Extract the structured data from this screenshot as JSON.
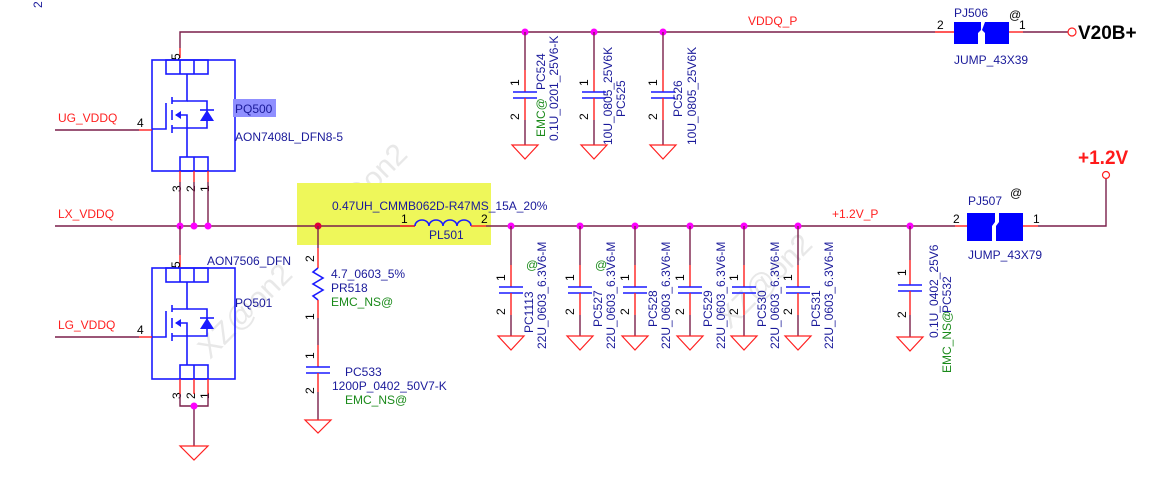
{
  "page": {
    "corner_label": "2"
  },
  "nets": {
    "vddq_p": "VDDQ_P",
    "ug_vddq": "UG_VDDQ",
    "lx_vddq": "LX_VDDQ",
    "lg_vddq": "LG_VDDQ",
    "v12_p": "+1.2V_P"
  },
  "power_ports": {
    "v20b": "V20B+",
    "v12": "+1.2V"
  },
  "colors": {
    "wire": "#7a1f4a",
    "pin": "#ff2020",
    "symbol": "#1a1aff",
    "ref": "#1a1a9a",
    "option": "#1a8a1a",
    "junction": "#ff00ff",
    "highlight": "#eef75a",
    "ref_highlight": "#8f8fff"
  },
  "mosfets": [
    {
      "ref": "PQ500",
      "part": "AON7408L_DFN8-5",
      "pins": {
        "drain": "5",
        "gate": "4",
        "s3": "3",
        "s2": "2",
        "s1": "1"
      },
      "highlighted": true
    },
    {
      "ref": "PQ501",
      "part": "AON7506_DFN",
      "pins": {
        "drain": "5",
        "gate": "4",
        "s3": "3",
        "s2": "2",
        "s1": "1"
      },
      "highlighted": false
    }
  ],
  "inductor": {
    "ref": "PL501",
    "part": "0.47UH_CMMB062D-R47MS_15A_20%",
    "pin1": "1",
    "pin2": "2"
  },
  "snubber": {
    "resistor": {
      "ref": "PR518",
      "value": "4.7_0603_5%",
      "option": "EMC_NS@",
      "pin_top": "2",
      "pin_bot": "1"
    },
    "capacitor": {
      "ref": "PC533",
      "value": "1200P_0402_50V7-K",
      "option": "EMC_NS@",
      "pin_top": "1",
      "pin_bot": "2"
    }
  },
  "input_caps": [
    {
      "ref": "PC524",
      "value": "0.1U_0201_25V6-K",
      "option": "EMC@",
      "pin_top": "1",
      "pin_bot": "2"
    },
    {
      "ref": "PC525",
      "value": "10U_0805_25V6K",
      "option": "",
      "pin_top": "1",
      "pin_bot": "2"
    },
    {
      "ref": "PC526",
      "value": "10U_0805_25V6K",
      "option": "",
      "pin_top": "1",
      "pin_bot": "2"
    }
  ],
  "output_caps": [
    {
      "ref": "PC1113",
      "value": "22U_0603_6.3V6-M",
      "option": "@",
      "pin_top": "1",
      "pin_bot": "2"
    },
    {
      "ref": "PC527",
      "value": "22U_0603_6.3V6-M",
      "option": "@",
      "pin_top": "1",
      "pin_bot": "2"
    },
    {
      "ref": "PC528",
      "value": "22U_0603_6.3V6-M",
      "option": "",
      "pin_top": "1",
      "pin_bot": "2"
    },
    {
      "ref": "PC529",
      "value": "22U_0603_6.3V6-M",
      "option": "",
      "pin_top": "1",
      "pin_bot": "2"
    },
    {
      "ref": "PC530",
      "value": "22U_0603_6.3V6-M",
      "option": "",
      "pin_top": "1",
      "pin_bot": "2"
    },
    {
      "ref": "PC531",
      "value": "22U_0603_6.3V6-M",
      "option": "",
      "pin_top": "1",
      "pin_bot": "2"
    }
  ],
  "output_cap_small": {
    "ref": "PC532",
    "value": "0.1U_0402_25V6",
    "option": "EMC_NS@",
    "pin_top": "1",
    "pin_bot": "2"
  },
  "jumpers": [
    {
      "ref": "PJ506",
      "part": "JUMP_43X39",
      "option": "@",
      "pin_a": "2",
      "pin_b": "1"
    },
    {
      "ref": "PJ507",
      "part": "JUMP_43X79",
      "option": "@",
      "pin_a": "2",
      "pin_b": "1"
    }
  ],
  "watermark": "XZ@on2"
}
